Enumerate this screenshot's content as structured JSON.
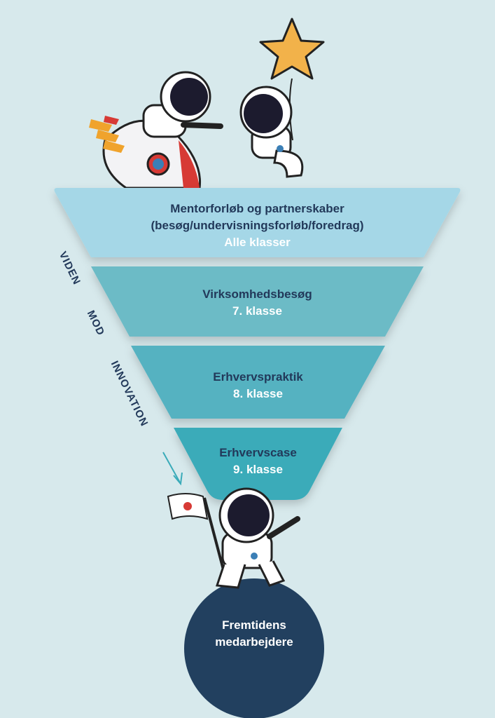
{
  "funnel": [
    {
      "title_lines": [
        "Mentorforløb og partnerskaber",
        "(besøg/undervisningsforløb/foredrag)"
      ],
      "grade": "Alle klasser",
      "color": "#a5d7e7"
    },
    {
      "title_lines": [
        "Virksomhedsbesøg"
      ],
      "grade": "7. klasse",
      "color": "#6cbbc6"
    },
    {
      "title_lines": [
        "Erhvervspraktik"
      ],
      "grade": "8. klasse",
      "color": "#55b2c1"
    },
    {
      "title_lines": [
        "Erhvervscase"
      ],
      "grade": "9. klasse",
      "color": "#3aabb9"
    }
  ],
  "side_label": [
    "VIDEN",
    "MOD",
    "INNOVATION"
  ],
  "goal": {
    "lines": [
      "Fremtidens",
      "medarbejdere"
    ],
    "color": "#22405f"
  },
  "colors": {
    "background": "#d7e9ec",
    "text_dark": "#22395a"
  }
}
